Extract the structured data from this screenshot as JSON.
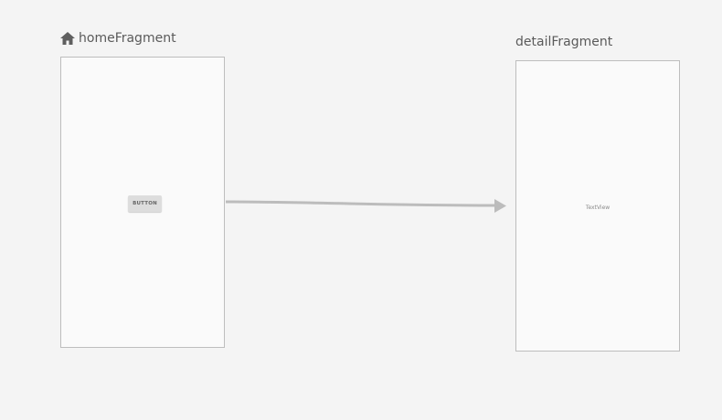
{
  "nav_graph": {
    "start_destination": "homeFragment",
    "destinations": [
      {
        "id": "homeFragment",
        "label": "homeFragment",
        "is_start": true,
        "start_icon": "home-icon",
        "preview": {
          "button_label": "BUTTON"
        }
      },
      {
        "id": "detailFragment",
        "label": "detailFragment",
        "is_start": false,
        "preview": {
          "textview_label": "TextView"
        }
      }
    ],
    "actions": [
      {
        "from": "homeFragment",
        "to": "detailFragment"
      }
    ]
  },
  "colors": {
    "canvas": "#f4f4f4",
    "screen_bg": "#fafafa",
    "screen_border": "#bdbdbd",
    "arrow": "#bcbcbc",
    "label_text": "#5a5a5a",
    "icon": "#5f5f5f"
  }
}
